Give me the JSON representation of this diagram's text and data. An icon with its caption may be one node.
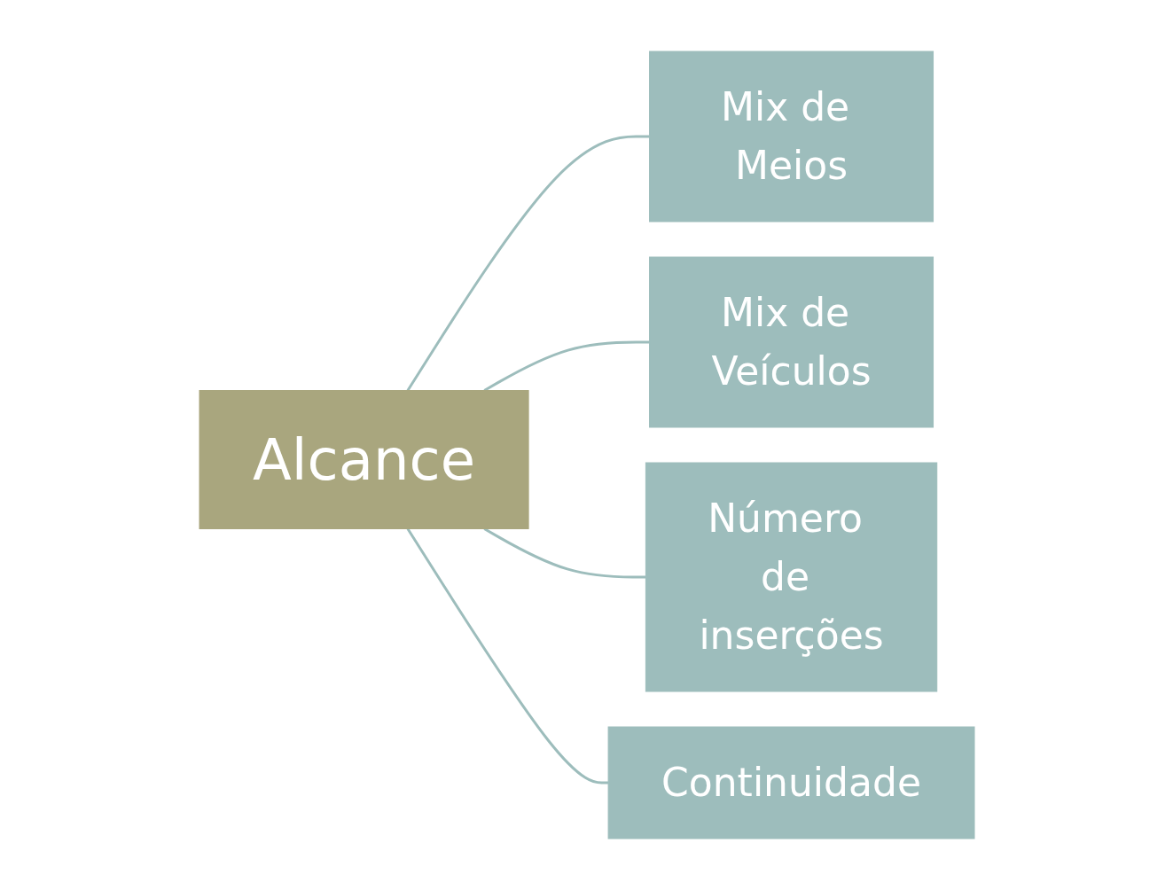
{
  "diagram": {
    "nodes": [
      {
        "text": [
          "Alcance"
        ]
      },
      {
        "text": [
          "Mix de Meios"
        ]
      },
      {
        "text": [
          "Mix de Veículos"
        ]
      },
      {
        "text": [
          "Número de inserções"
        ]
      },
      {
        "text": [
          "Continuidade"
        ]
      }
    ],
    "edges": [
      {
        "from": 0,
        "to": 1,
        "arrow": "none"
      },
      {
        "from": 0,
        "to": 2,
        "arrow": "none"
      },
      {
        "from": 0,
        "to": 3,
        "arrow": "none"
      },
      {
        "from": 0,
        "to": 4,
        "arrow": "none"
      }
    ]
  }
}
